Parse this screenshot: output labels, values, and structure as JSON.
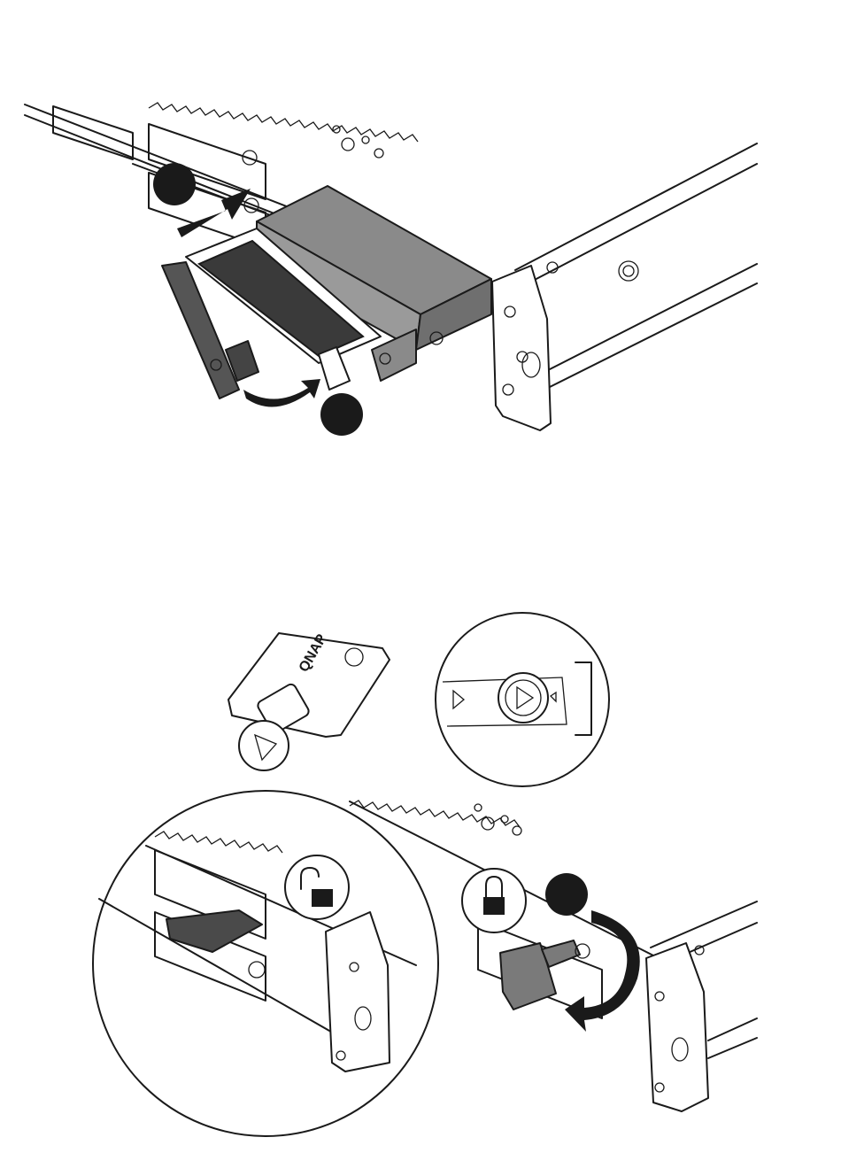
{
  "figure": {
    "colors": {
      "line": "#1a1a1a",
      "metal": "#8a8a8a",
      "dark": "#2b2b2b",
      "background": "#ffffff"
    },
    "key_engraving": "QNAP",
    "step1": {
      "parts": [
        "server-chassis",
        "drive-tray",
        "push-arrow",
        "latch-rotate-arrow"
      ],
      "badges": [
        "step-badge-1",
        "step-badge-2"
      ]
    },
    "step2": {
      "parts": [
        "tray-key",
        "lock-detail-callout",
        "magnified-lock-view",
        "key-turn-arrow"
      ],
      "icons": [
        "padlock-open-icon",
        "padlock-closed-icon"
      ],
      "badges": [
        "step-badge-3"
      ]
    }
  }
}
